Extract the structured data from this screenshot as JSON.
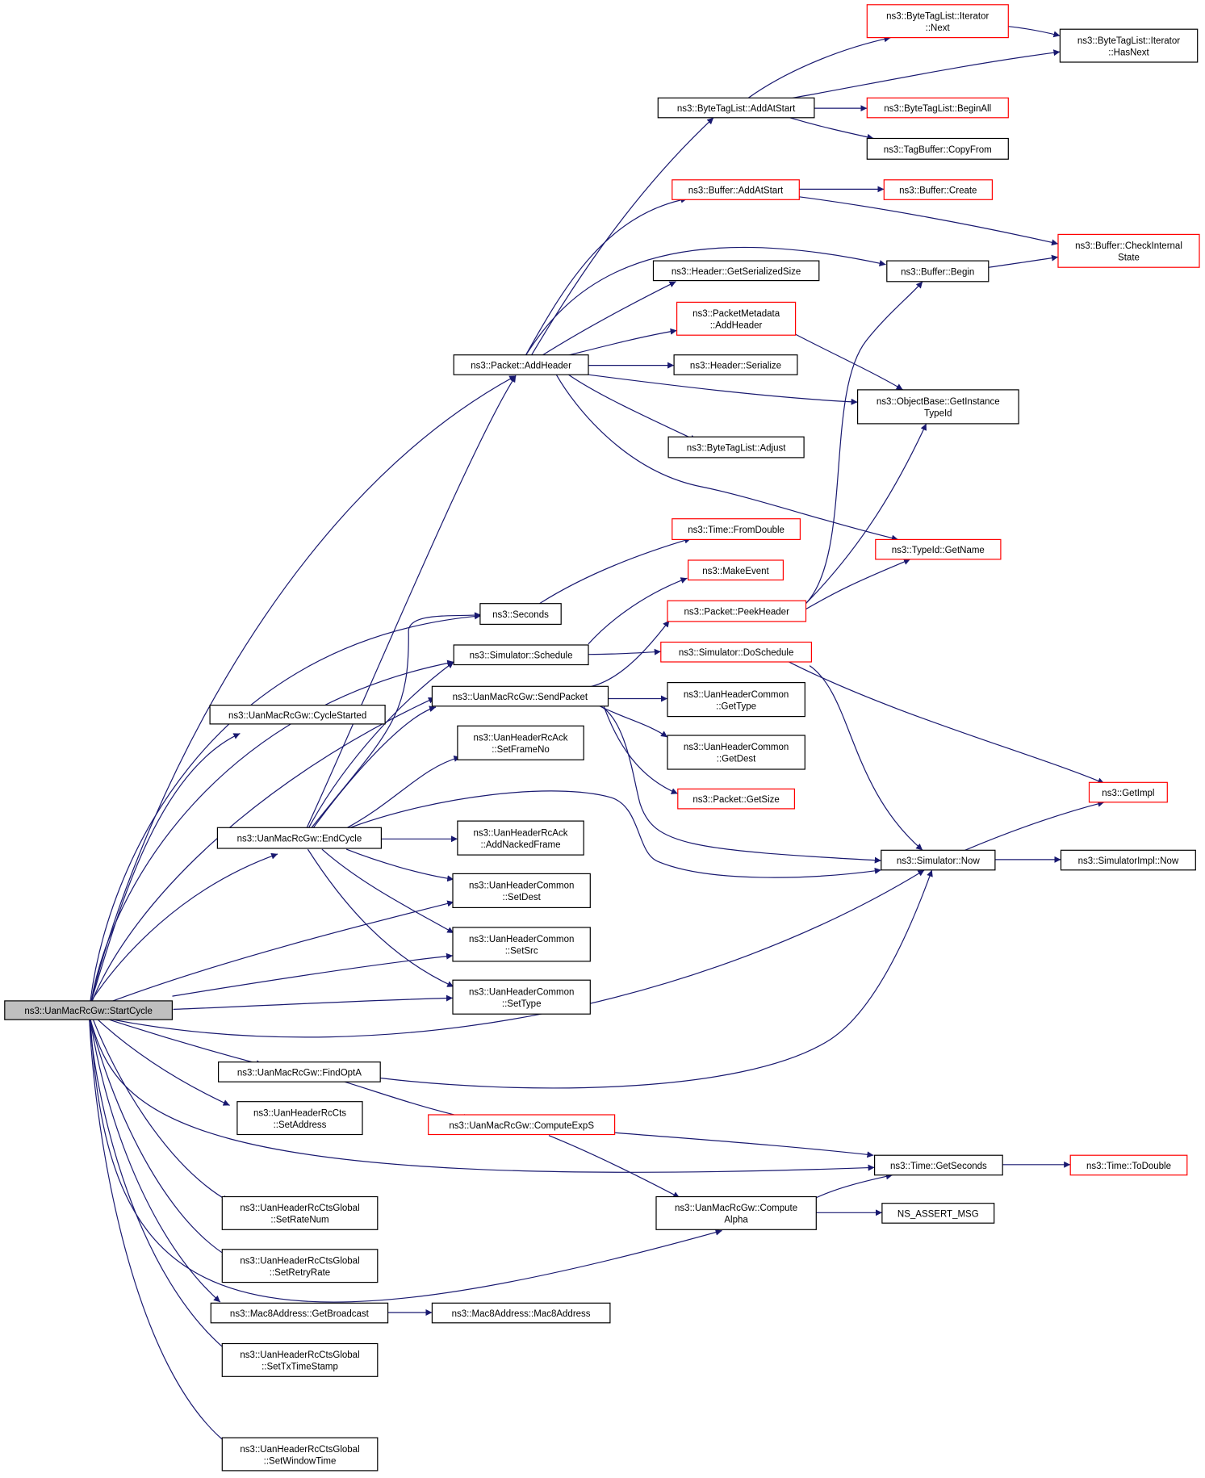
{
  "diagram": {
    "colors": {
      "edge": "#191970",
      "node_border": "#000000",
      "node_border_truncated": "#ff0000",
      "root_fill": "#bfbfbf",
      "node_fill": "#ffffff"
    },
    "root": "n0",
    "nodes": [
      {
        "id": "n0",
        "lines": [
          "ns3::UanMacRcGw::StartCycle"
        ],
        "style": "root"
      },
      {
        "id": "n1",
        "lines": [
          "ns3::UanMacRcGw::CycleStarted"
        ],
        "style": "normal"
      },
      {
        "id": "n2",
        "lines": [
          "ns3::UanMacRcGw::EndCycle"
        ],
        "style": "normal"
      },
      {
        "id": "n3",
        "lines": [
          "ns3::UanMacRcGw::FindOptA"
        ],
        "style": "normal"
      },
      {
        "id": "n4",
        "lines": [
          "ns3::UanHeaderRcCts",
          "::SetAddress"
        ],
        "style": "normal"
      },
      {
        "id": "n5",
        "lines": [
          "ns3::UanHeaderRcCtsGlobal",
          "::SetRateNum"
        ],
        "style": "normal"
      },
      {
        "id": "n6",
        "lines": [
          "ns3::UanHeaderRcCtsGlobal",
          "::SetRetryRate"
        ],
        "style": "normal"
      },
      {
        "id": "n7",
        "lines": [
          "ns3::Mac8Address::GetBroadcast"
        ],
        "style": "normal"
      },
      {
        "id": "n8",
        "lines": [
          "ns3::UanHeaderRcCtsGlobal",
          "::SetTxTimeStamp"
        ],
        "style": "normal"
      },
      {
        "id": "n9",
        "lines": [
          "ns3::UanHeaderRcCtsGlobal",
          "::SetWindowTime"
        ],
        "style": "normal"
      },
      {
        "id": "n10",
        "lines": [
          "ns3::Packet::AddHeader"
        ],
        "style": "normal"
      },
      {
        "id": "n11",
        "lines": [
          "ns3::Seconds"
        ],
        "style": "normal"
      },
      {
        "id": "n12",
        "lines": [
          "ns3::Simulator::Schedule"
        ],
        "style": "normal"
      },
      {
        "id": "n13",
        "lines": [
          "ns3::UanMacRcGw::SendPacket"
        ],
        "style": "normal"
      },
      {
        "id": "n14",
        "lines": [
          "ns3::UanHeaderRcAck",
          "::SetFrameNo"
        ],
        "style": "normal"
      },
      {
        "id": "n15",
        "lines": [
          "ns3::UanHeaderRcAck",
          "::AddNackedFrame"
        ],
        "style": "normal"
      },
      {
        "id": "n16",
        "lines": [
          "ns3::UanHeaderCommon",
          "::SetDest"
        ],
        "style": "normal"
      },
      {
        "id": "n17",
        "lines": [
          "ns3::UanHeaderCommon",
          "::SetSrc"
        ],
        "style": "normal"
      },
      {
        "id": "n18",
        "lines": [
          "ns3::UanHeaderCommon",
          "::SetType"
        ],
        "style": "normal"
      },
      {
        "id": "n19",
        "lines": [
          "ns3::UanMacRcGw::ComputeExpS"
        ],
        "style": "truncated"
      },
      {
        "id": "n20",
        "lines": [
          "ns3::UanMacRcGw::Compute",
          "Alpha"
        ],
        "style": "normal"
      },
      {
        "id": "n21",
        "lines": [
          "ns3::Mac8Address::Mac8Address"
        ],
        "style": "normal"
      },
      {
        "id": "n22",
        "lines": [
          "ns3::ByteTagList::AddAtStart"
        ],
        "style": "normal"
      },
      {
        "id": "n23",
        "lines": [
          "ns3::Buffer::AddAtStart"
        ],
        "style": "truncated"
      },
      {
        "id": "n24",
        "lines": [
          "ns3::Header::GetSerializedSize"
        ],
        "style": "normal"
      },
      {
        "id": "n25",
        "lines": [
          "ns3::PacketMetadata",
          "::AddHeader"
        ],
        "style": "truncated"
      },
      {
        "id": "n26",
        "lines": [
          "ns3::Header::Serialize"
        ],
        "style": "normal"
      },
      {
        "id": "n27",
        "lines": [
          "ns3::ByteTagList::Adjust"
        ],
        "style": "normal"
      },
      {
        "id": "n28",
        "lines": [
          "ns3::Time::FromDouble"
        ],
        "style": "truncated"
      },
      {
        "id": "n29",
        "lines": [
          "ns3::MakeEvent"
        ],
        "style": "truncated"
      },
      {
        "id": "n30",
        "lines": [
          "ns3::Packet::PeekHeader"
        ],
        "style": "truncated"
      },
      {
        "id": "n31",
        "lines": [
          "ns3::Simulator::DoSchedule"
        ],
        "style": "truncated"
      },
      {
        "id": "n32",
        "lines": [
          "ns3::UanHeaderCommon",
          "::GetType"
        ],
        "style": "normal"
      },
      {
        "id": "n33",
        "lines": [
          "ns3::UanHeaderCommon",
          "::GetDest"
        ],
        "style": "normal"
      },
      {
        "id": "n34",
        "lines": [
          "ns3::Packet::GetSize"
        ],
        "style": "truncated"
      },
      {
        "id": "n35",
        "lines": [
          "ns3::ByteTagList::Iterator",
          "::Next"
        ],
        "style": "truncated"
      },
      {
        "id": "n36",
        "lines": [
          "ns3::ByteTagList::BeginAll"
        ],
        "style": "truncated"
      },
      {
        "id": "n37",
        "lines": [
          "ns3::TagBuffer::CopyFrom"
        ],
        "style": "normal"
      },
      {
        "id": "n38",
        "lines": [
          "ns3::Buffer::Create"
        ],
        "style": "truncated"
      },
      {
        "id": "n39",
        "lines": [
          "ns3::Buffer::Begin"
        ],
        "style": "normal"
      },
      {
        "id": "n40",
        "lines": [
          "ns3::ObjectBase::GetInstance",
          "TypeId"
        ],
        "style": "normal"
      },
      {
        "id": "n41",
        "lines": [
          "ns3::TypeId::GetName"
        ],
        "style": "truncated"
      },
      {
        "id": "n42",
        "lines": [
          "ns3::Simulator::Now"
        ],
        "style": "normal"
      },
      {
        "id": "n43",
        "lines": [
          "ns3::Time::GetSeconds"
        ],
        "style": "normal"
      },
      {
        "id": "n44",
        "lines": [
          "NS_ASSERT_MSG"
        ],
        "style": "normal"
      },
      {
        "id": "n45",
        "lines": [
          "ns3::ByteTagList::Iterator",
          "::HasNext"
        ],
        "style": "normal"
      },
      {
        "id": "n46",
        "lines": [
          "ns3::Buffer::CheckInternal",
          "State"
        ],
        "style": "truncated"
      },
      {
        "id": "n47",
        "lines": [
          "ns3::GetImpl"
        ],
        "style": "truncated"
      },
      {
        "id": "n48",
        "lines": [
          "ns3::SimulatorImpl::Now"
        ],
        "style": "normal"
      },
      {
        "id": "n49",
        "lines": [
          "ns3::Time::ToDouble"
        ],
        "style": "truncated"
      }
    ],
    "edges": [
      [
        "n0",
        "n1"
      ],
      [
        "n0",
        "n2"
      ],
      [
        "n0",
        "n3"
      ],
      [
        "n0",
        "n4"
      ],
      [
        "n0",
        "n5"
      ],
      [
        "n0",
        "n6"
      ],
      [
        "n0",
        "n7"
      ],
      [
        "n0",
        "n8"
      ],
      [
        "n0",
        "n9"
      ],
      [
        "n0",
        "n10"
      ],
      [
        "n0",
        "n11"
      ],
      [
        "n0",
        "n12"
      ],
      [
        "n0",
        "n13"
      ],
      [
        "n0",
        "n16"
      ],
      [
        "n0",
        "n17"
      ],
      [
        "n0",
        "n18"
      ],
      [
        "n0",
        "n42"
      ],
      [
        "n0",
        "n43"
      ],
      [
        "n0",
        "n20"
      ],
      [
        "n2",
        "n10"
      ],
      [
        "n2",
        "n11"
      ],
      [
        "n2",
        "n12"
      ],
      [
        "n2",
        "n13"
      ],
      [
        "n2",
        "n14"
      ],
      [
        "n2",
        "n15"
      ],
      [
        "n2",
        "n16"
      ],
      [
        "n2",
        "n17"
      ],
      [
        "n2",
        "n18"
      ],
      [
        "n2",
        "n42"
      ],
      [
        "n3",
        "n42"
      ],
      [
        "n3",
        "n19"
      ],
      [
        "n19",
        "n43"
      ],
      [
        "n19",
        "n20"
      ],
      [
        "n20",
        "n43"
      ],
      [
        "n20",
        "n44"
      ],
      [
        "n7",
        "n21"
      ],
      [
        "n10",
        "n22"
      ],
      [
        "n10",
        "n23"
      ],
      [
        "n10",
        "n39"
      ],
      [
        "n10",
        "n24"
      ],
      [
        "n10",
        "n25"
      ],
      [
        "n10",
        "n26"
      ],
      [
        "n10",
        "n40"
      ],
      [
        "n10",
        "n27"
      ],
      [
        "n10",
        "n41"
      ],
      [
        "n22",
        "n35"
      ],
      [
        "n22",
        "n45"
      ],
      [
        "n22",
        "n36"
      ],
      [
        "n22",
        "n37"
      ],
      [
        "n35",
        "n45"
      ],
      [
        "n23",
        "n38"
      ],
      [
        "n23",
        "n46"
      ],
      [
        "n39",
        "n46"
      ],
      [
        "n25",
        "n40"
      ],
      [
        "n11",
        "n28"
      ],
      [
        "n12",
        "n29"
      ],
      [
        "n12",
        "n31"
      ],
      [
        "n13",
        "n30"
      ],
      [
        "n13",
        "n32"
      ],
      [
        "n13",
        "n33"
      ],
      [
        "n13",
        "n34"
      ],
      [
        "n13",
        "n42"
      ],
      [
        "n30",
        "n39"
      ],
      [
        "n30",
        "n40"
      ],
      [
        "n30",
        "n41"
      ],
      [
        "n31",
        "n47"
      ],
      [
        "n31",
        "n42"
      ],
      [
        "n42",
        "n47"
      ],
      [
        "n42",
        "n48"
      ],
      [
        "n43",
        "n49"
      ]
    ]
  }
}
